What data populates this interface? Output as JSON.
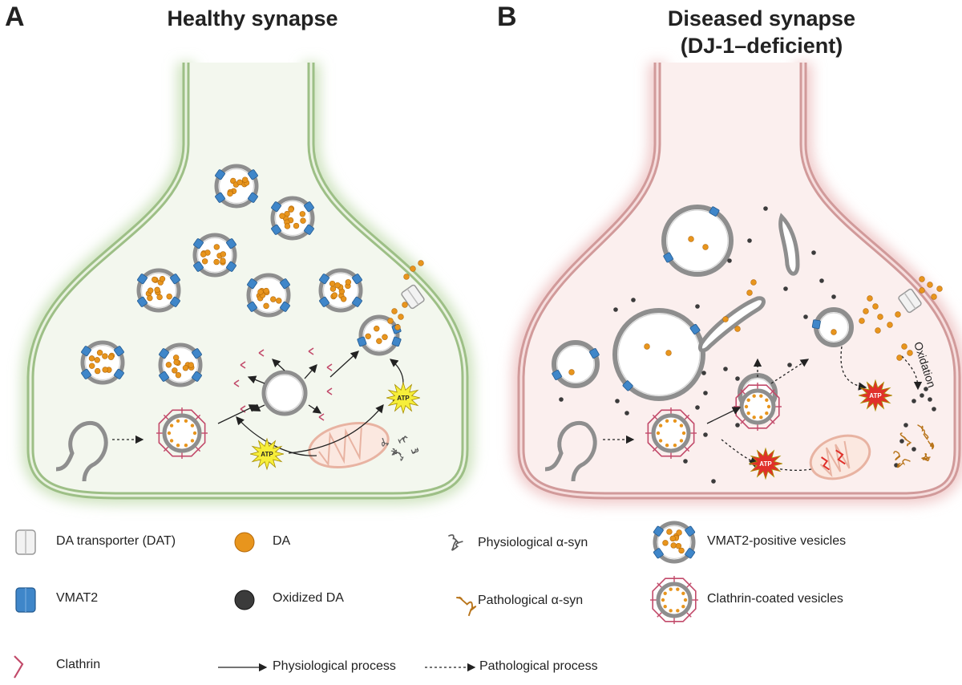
{
  "panels": [
    {
      "letter": "A",
      "title_line1": "Healthy synapse",
      "title_line2": ""
    },
    {
      "letter": "B",
      "title_line1": "Diseased synapse",
      "title_line2": "(DJ-1–deficient)"
    }
  ],
  "annotations": {
    "atp": "ATP",
    "oxidation": "Oxidation"
  },
  "legend": {
    "dat": "DA transporter (DAT)",
    "da": "DA",
    "phys_syn": "Physiological α-syn",
    "vmat2_vesicles": "VMAT2-positive vesicles",
    "vmat2": "VMAT2",
    "oxidized_da": "Oxidized DA",
    "path_syn": "Pathological α-syn",
    "clathrin_vesicles": "Clathrin-coated vesicles",
    "clathrin": "Clathrin",
    "phys_process": "Physiological process",
    "path_process": "Pathological process"
  },
  "colors": {
    "healthy_membrane": "#9dbf86",
    "healthy_fill": "#f3f7ee",
    "diseased_membrane": "#d19a9a",
    "diseased_fill": "#fbefee",
    "da": "#e8951d",
    "oxidized_da": "#3b3b3b",
    "vmat2": "#3f86c9",
    "clathrin": "#c24a6a",
    "atp_healthy": "#f6ee3a",
    "atp_diseased": "#e0302a"
  }
}
